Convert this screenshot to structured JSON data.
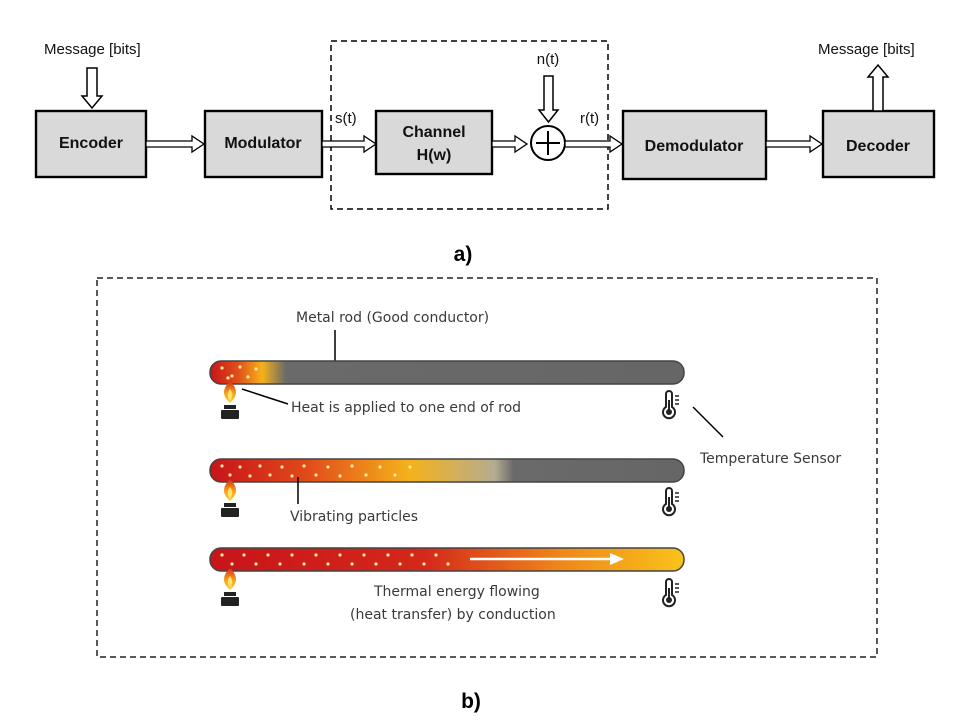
{
  "panel_a": {
    "caption": "a)",
    "message_in": "Message [bits]",
    "message_out": "Message [bits]",
    "encoder": "Encoder",
    "modulator": "Modulator",
    "channel_line1": "Channel",
    "channel_line2": "H(w)",
    "demodulator": "Demodulator",
    "decoder": "Decoder",
    "signal_s": "s(t)",
    "noise_n": "n(t)",
    "signal_r": "r(t)",
    "adder_symbol": "+"
  },
  "panel_b": {
    "caption": "b)",
    "rod_label": "Metal rod (Good conductor)",
    "heat_label": "Heat is applied to one end of rod",
    "sensor_label": "Temperature Sensor",
    "vibrating_label": "Vibrating particles",
    "flow_label_line1": "Thermal energy flowing",
    "flow_label_line2": "(heat transfer) by conduction",
    "rods": [
      {
        "name": "rod-stage-1",
        "heated_fraction": 0.12
      },
      {
        "name": "rod-stage-2",
        "heated_fraction": 0.6
      },
      {
        "name": "rod-stage-3",
        "heated_fraction": 1.0
      }
    ]
  }
}
